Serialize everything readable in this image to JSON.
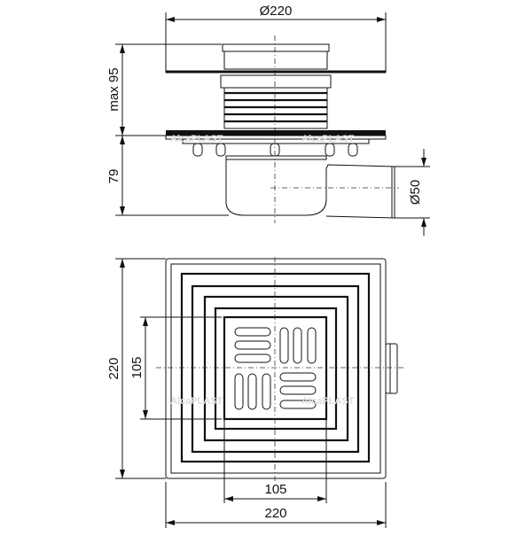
{
  "title": "Floor drain technical drawing",
  "side_view": {
    "diameter_top": "Ø220",
    "height_upper": "max 95",
    "height_lower": "79",
    "outlet_diameter": "Ø50"
  },
  "top_view": {
    "height_outer": "220",
    "height_grate": "105",
    "width_grate": "105",
    "width_outer": "220"
  },
  "watermark": "AlcaPLAST"
}
